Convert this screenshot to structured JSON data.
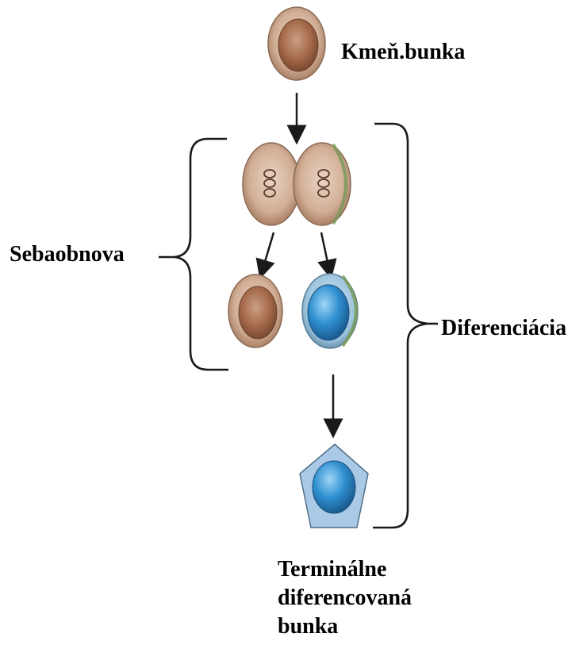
{
  "labels": {
    "stem_cell": "Kmeň.bunka",
    "self_renewal": "Sebaobnova",
    "differentiation": "Diferenciácia",
    "terminal": [
      "Terminálne",
      "diferencovaná",
      "bunka"
    ]
  },
  "colors": {
    "stem_cell_fill": "#c9a48a",
    "stem_nucleus": "#a76a4a",
    "differentiated_fill": "#2f8fd0",
    "differentiated_outer": "#9cc3dc",
    "terminal_shape": "#a9c9e6",
    "membrane_green": "#7a9a5a",
    "line": "#1a1a1a"
  }
}
